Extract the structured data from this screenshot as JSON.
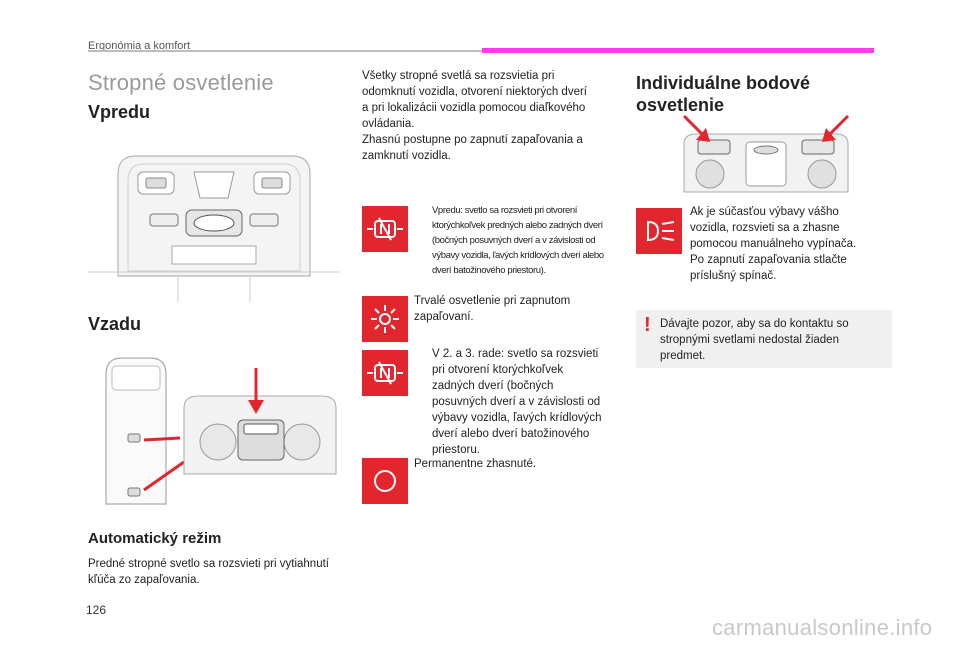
{
  "header": {
    "chapter": "Ergonómia a komfort"
  },
  "section_title": "Stropné osvetlenie",
  "front": {
    "heading": "Vpredu"
  },
  "rear": {
    "heading": "Vzadu"
  },
  "auto_mode": {
    "heading": "Automatický režim",
    "lines": [
      "Predné stropné svetlo sa rozsvieti pri vytiahnutí",
      "kľúča zo zapaľovania."
    ]
  },
  "intro_lines": [
    "Všetky stropné svetlá sa rozsvietia pri",
    "odomknutí vozidla, otvorení niektorých dverí",
    "a pri lokalizácii vozidla pomocou diaľkového",
    "ovládania.",
    "Zhasnú postupne po zapnutí zapaľovania a",
    "zamknutí vozidla."
  ],
  "modes": [
    {
      "icon": "door-light-icon",
      "lines": [
        "Vpredu: svetlo sa rozsvieti pri otvorení",
        "ktorýchkoľvek predných alebo zadných dverí",
        "(bočných posuvných dverí a v závislosti od",
        "výbavy vozidla, ľavých krídlových dverí alebo",
        "dverí batožinového priestoru)."
      ]
    },
    {
      "icon": "sun-light-icon",
      "lines": [
        "Trvalé osvetlenie pri zapnutom",
        "zapaľovaní."
      ]
    },
    {
      "icon": "door-light-icon",
      "lines": [
        "V 2. a 3. rade: svetlo sa rozsvieti",
        "pri otvorení ktorýchkoľvek",
        "zadných dverí (bočných",
        "posuvných dverí a v závislosti od",
        "výbavy vozidla, ľavých krídlových",
        "dverí alebo dverí batožinového",
        "priestoru."
      ]
    },
    {
      "icon": "off-circle-icon",
      "lines": [
        "Permanentne zhasnuté."
      ]
    }
  ],
  "spot": {
    "heading_lines": [
      "Individuálne bodové",
      "osvetlenie"
    ],
    "icon": "spot-light-icon",
    "lines": [
      "Ak je súčasťou výbavy vášho",
      "vozidla, rozsvieti sa a zhasne",
      "pomocou manuálneho vypínača.",
      "Po zapnutí zapaľovania stlačte",
      "príslušný spínač."
    ]
  },
  "warning": {
    "mark": "!",
    "lines": [
      "Dávajte pozor, aby sa do kontaktu so",
      "stropnými svetlami nedostal žiaden",
      "predmet."
    ]
  },
  "page_number": "126",
  "watermark": "carmanualsonline.info",
  "colors": {
    "accent_red": "#e1262d",
    "accent_pink": "#ff3df0"
  }
}
